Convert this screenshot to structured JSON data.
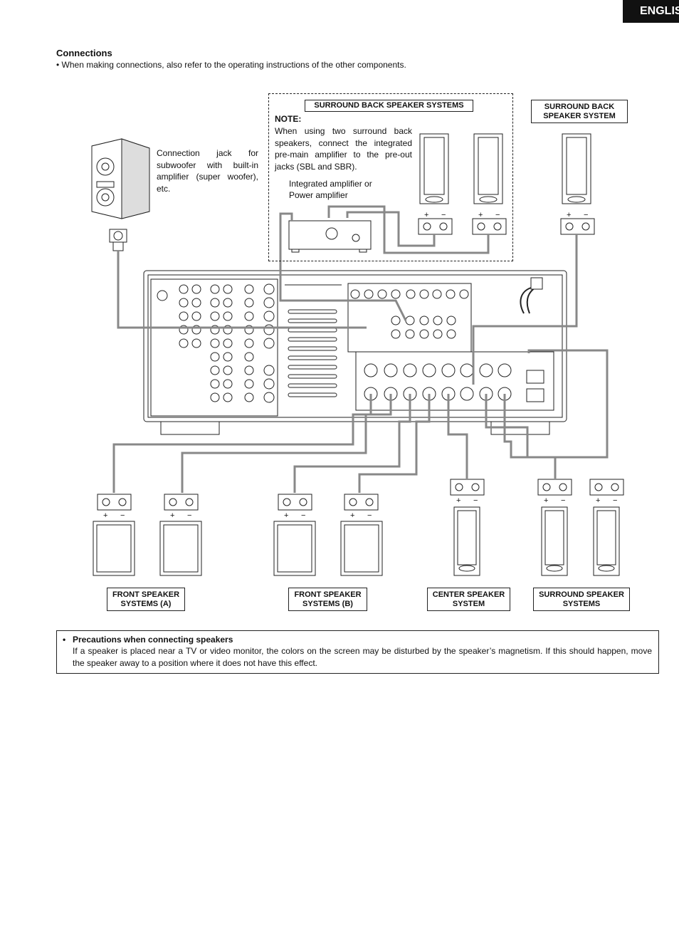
{
  "header": {
    "language_tab": "ENGLISH"
  },
  "connections": {
    "title": "Connections",
    "bullet": "• When making connections, also refer to the operating instructions of the other components."
  },
  "surround_back_note": {
    "box_label": "SURROUND BACK SPEAKER SYSTEMS",
    "note_title": "NOTE:",
    "note_text": "When using two surround back speakers, connect the integrated pre-main amplifier to the pre-out jacks (SBL and SBR).",
    "amp_label": "Integrated amplifier or Power amplifier"
  },
  "surround_back_single_label": "SURROUND BACK SPEAKER SYSTEM",
  "subwoofer_text": "Connection jack for subwoofer with built-in amplifier (super woofer), etc.",
  "speaker_labels": {
    "front_a": "FRONT SPEAKER SYSTEMS (A)",
    "front_b": "FRONT SPEAKER SYSTEMS (B)",
    "center": "CENTER SPEAKER SYSTEM",
    "surround": "SURROUND SPEAKER SYSTEMS"
  },
  "precautions": {
    "title": "Precautions when connecting speakers",
    "text": "If a speaker is placed near a TV or video monitor, the colors on the screen may be disturbed by the speaker’s magnetism. If this should happen, move the speaker away to a position where it does not have this effect."
  },
  "icons": [
    "subwoofer-icon",
    "speaker-icon",
    "amplifier-icon",
    "receiver-rear-panel-icon"
  ]
}
